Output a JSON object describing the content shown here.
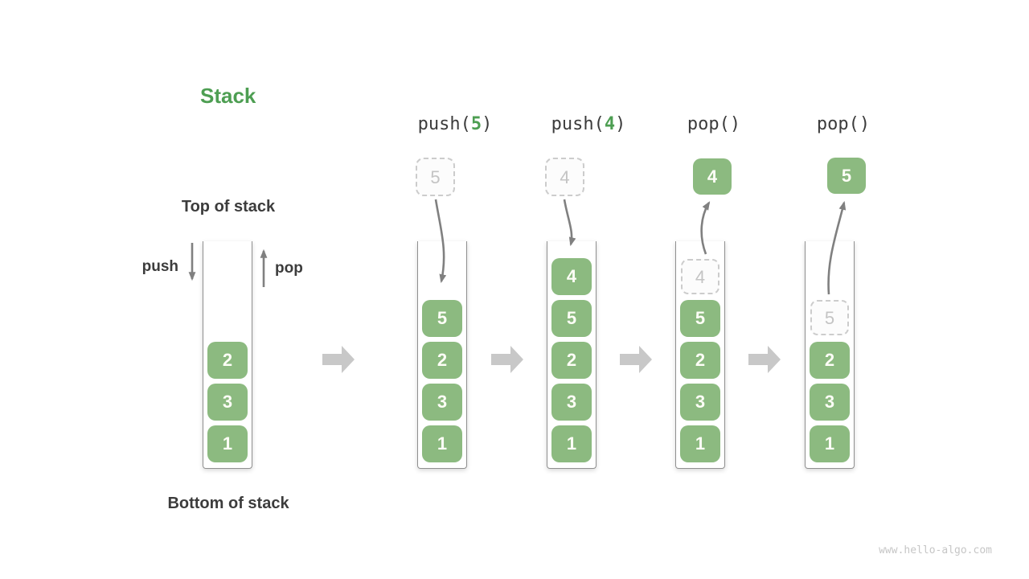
{
  "title": "Stack",
  "labels": {
    "top_of_stack": "Top of stack",
    "bottom_of_stack": "Bottom of stack",
    "push": "push",
    "pop": "pop"
  },
  "operations": [
    {
      "prefix": "push(",
      "arg": "5",
      "suffix": ")"
    },
    {
      "prefix": "push(",
      "arg": "4",
      "suffix": ")"
    },
    {
      "prefix": "pop()",
      "arg": "",
      "suffix": ""
    },
    {
      "prefix": "pop()",
      "arg": "",
      "suffix": ""
    }
  ],
  "stacks": [
    {
      "name": "initial",
      "items": [
        "2",
        "3",
        "1"
      ]
    },
    {
      "name": "after-push-5",
      "float_value": "5",
      "items": [
        "5",
        "2",
        "3",
        "1"
      ]
    },
    {
      "name": "after-push-4",
      "float_value": "4",
      "items": [
        "4",
        "5",
        "2",
        "3",
        "1"
      ]
    },
    {
      "name": "after-pop-4",
      "float_value": "4",
      "ghost_value": "4",
      "items": [
        "5",
        "2",
        "3",
        "1"
      ]
    },
    {
      "name": "after-pop-5",
      "float_value": "5",
      "ghost_value": "5",
      "items": [
        "2",
        "3",
        "1"
      ]
    }
  ],
  "watermark": "www.hello-algo.com",
  "colors": {
    "green_item": "#8CBA80",
    "green_accent": "#4D9E52",
    "text_dark": "#3C3C3C",
    "arrow_gray": "#808080",
    "block_arrow_gray": "#C8C8C8",
    "ghost_gray": "#C4C4C4",
    "container_border": "#8F8F8F",
    "watermark_gray": "#C6C6C6"
  }
}
